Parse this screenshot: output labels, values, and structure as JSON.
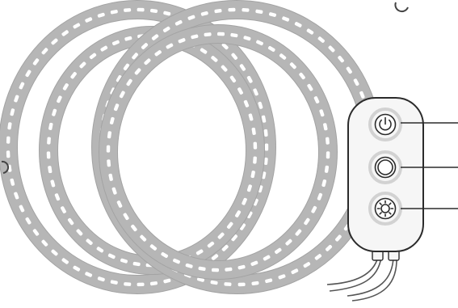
{
  "colors": {
    "background": "#ffffff",
    "strip": "#b6b6b6",
    "strip_edge": "#a3a3a3",
    "led": "#ffffff",
    "controller_body": "#f6f6f6",
    "controller_outline": "#2b2b2b",
    "button_ring": "#d2d2d2",
    "callout_line": "#2b2b2b",
    "cable": "#555555"
  },
  "controller": {
    "buttons": [
      {
        "name": "power-button",
        "icon": "power-icon"
      },
      {
        "name": "mode-button",
        "icon": "circle-icon"
      },
      {
        "name": "brightness-button",
        "icon": "sun-icon"
      }
    ]
  }
}
